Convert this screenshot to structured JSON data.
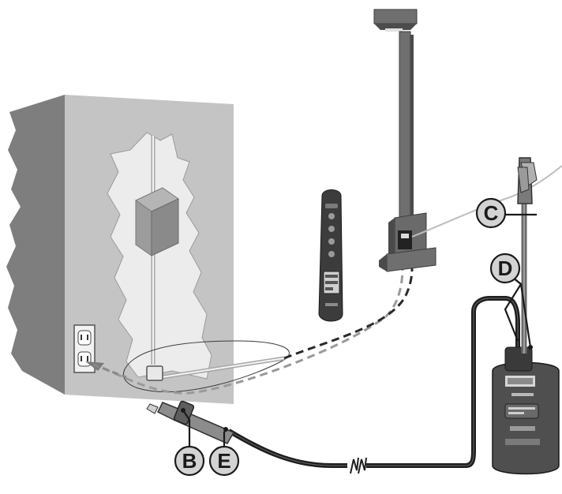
{
  "callouts": {
    "b": "B",
    "c": "C",
    "d": "D",
    "e": "E"
  },
  "colors": {
    "wall_front": "#c9c9c9",
    "wall_side": "#7e7e7e",
    "wall_shadow": "#d9d9d9",
    "cavity": "#ececec",
    "pole": "#6f6f6f",
    "pole_dark": "#4a4a4a",
    "cable_dark": "#1e1e1e",
    "device_body": "#555555",
    "callout_fill": "#d3d3d3"
  },
  "icons": [
    "wall-outlet-icon",
    "junction-box-icon",
    "lamp-post-icon",
    "receiver-device-icon",
    "transmitter-device-icon",
    "alligator-clip-icon",
    "outlet-probe-icon"
  ]
}
